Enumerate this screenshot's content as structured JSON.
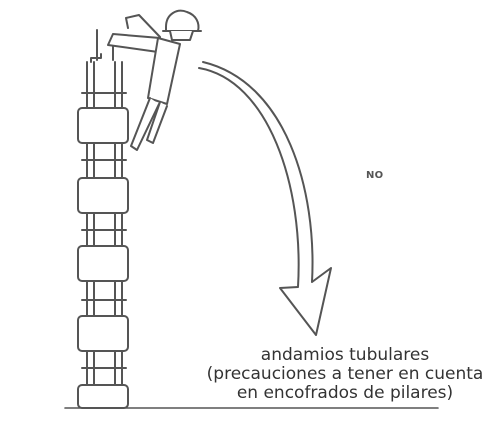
{
  "warning_label": "NO",
  "caption": {
    "line1": "andamios tubulares",
    "line2": "(precauciones a tener en cuenta",
    "line3": "en encofrados de pilares)"
  }
}
